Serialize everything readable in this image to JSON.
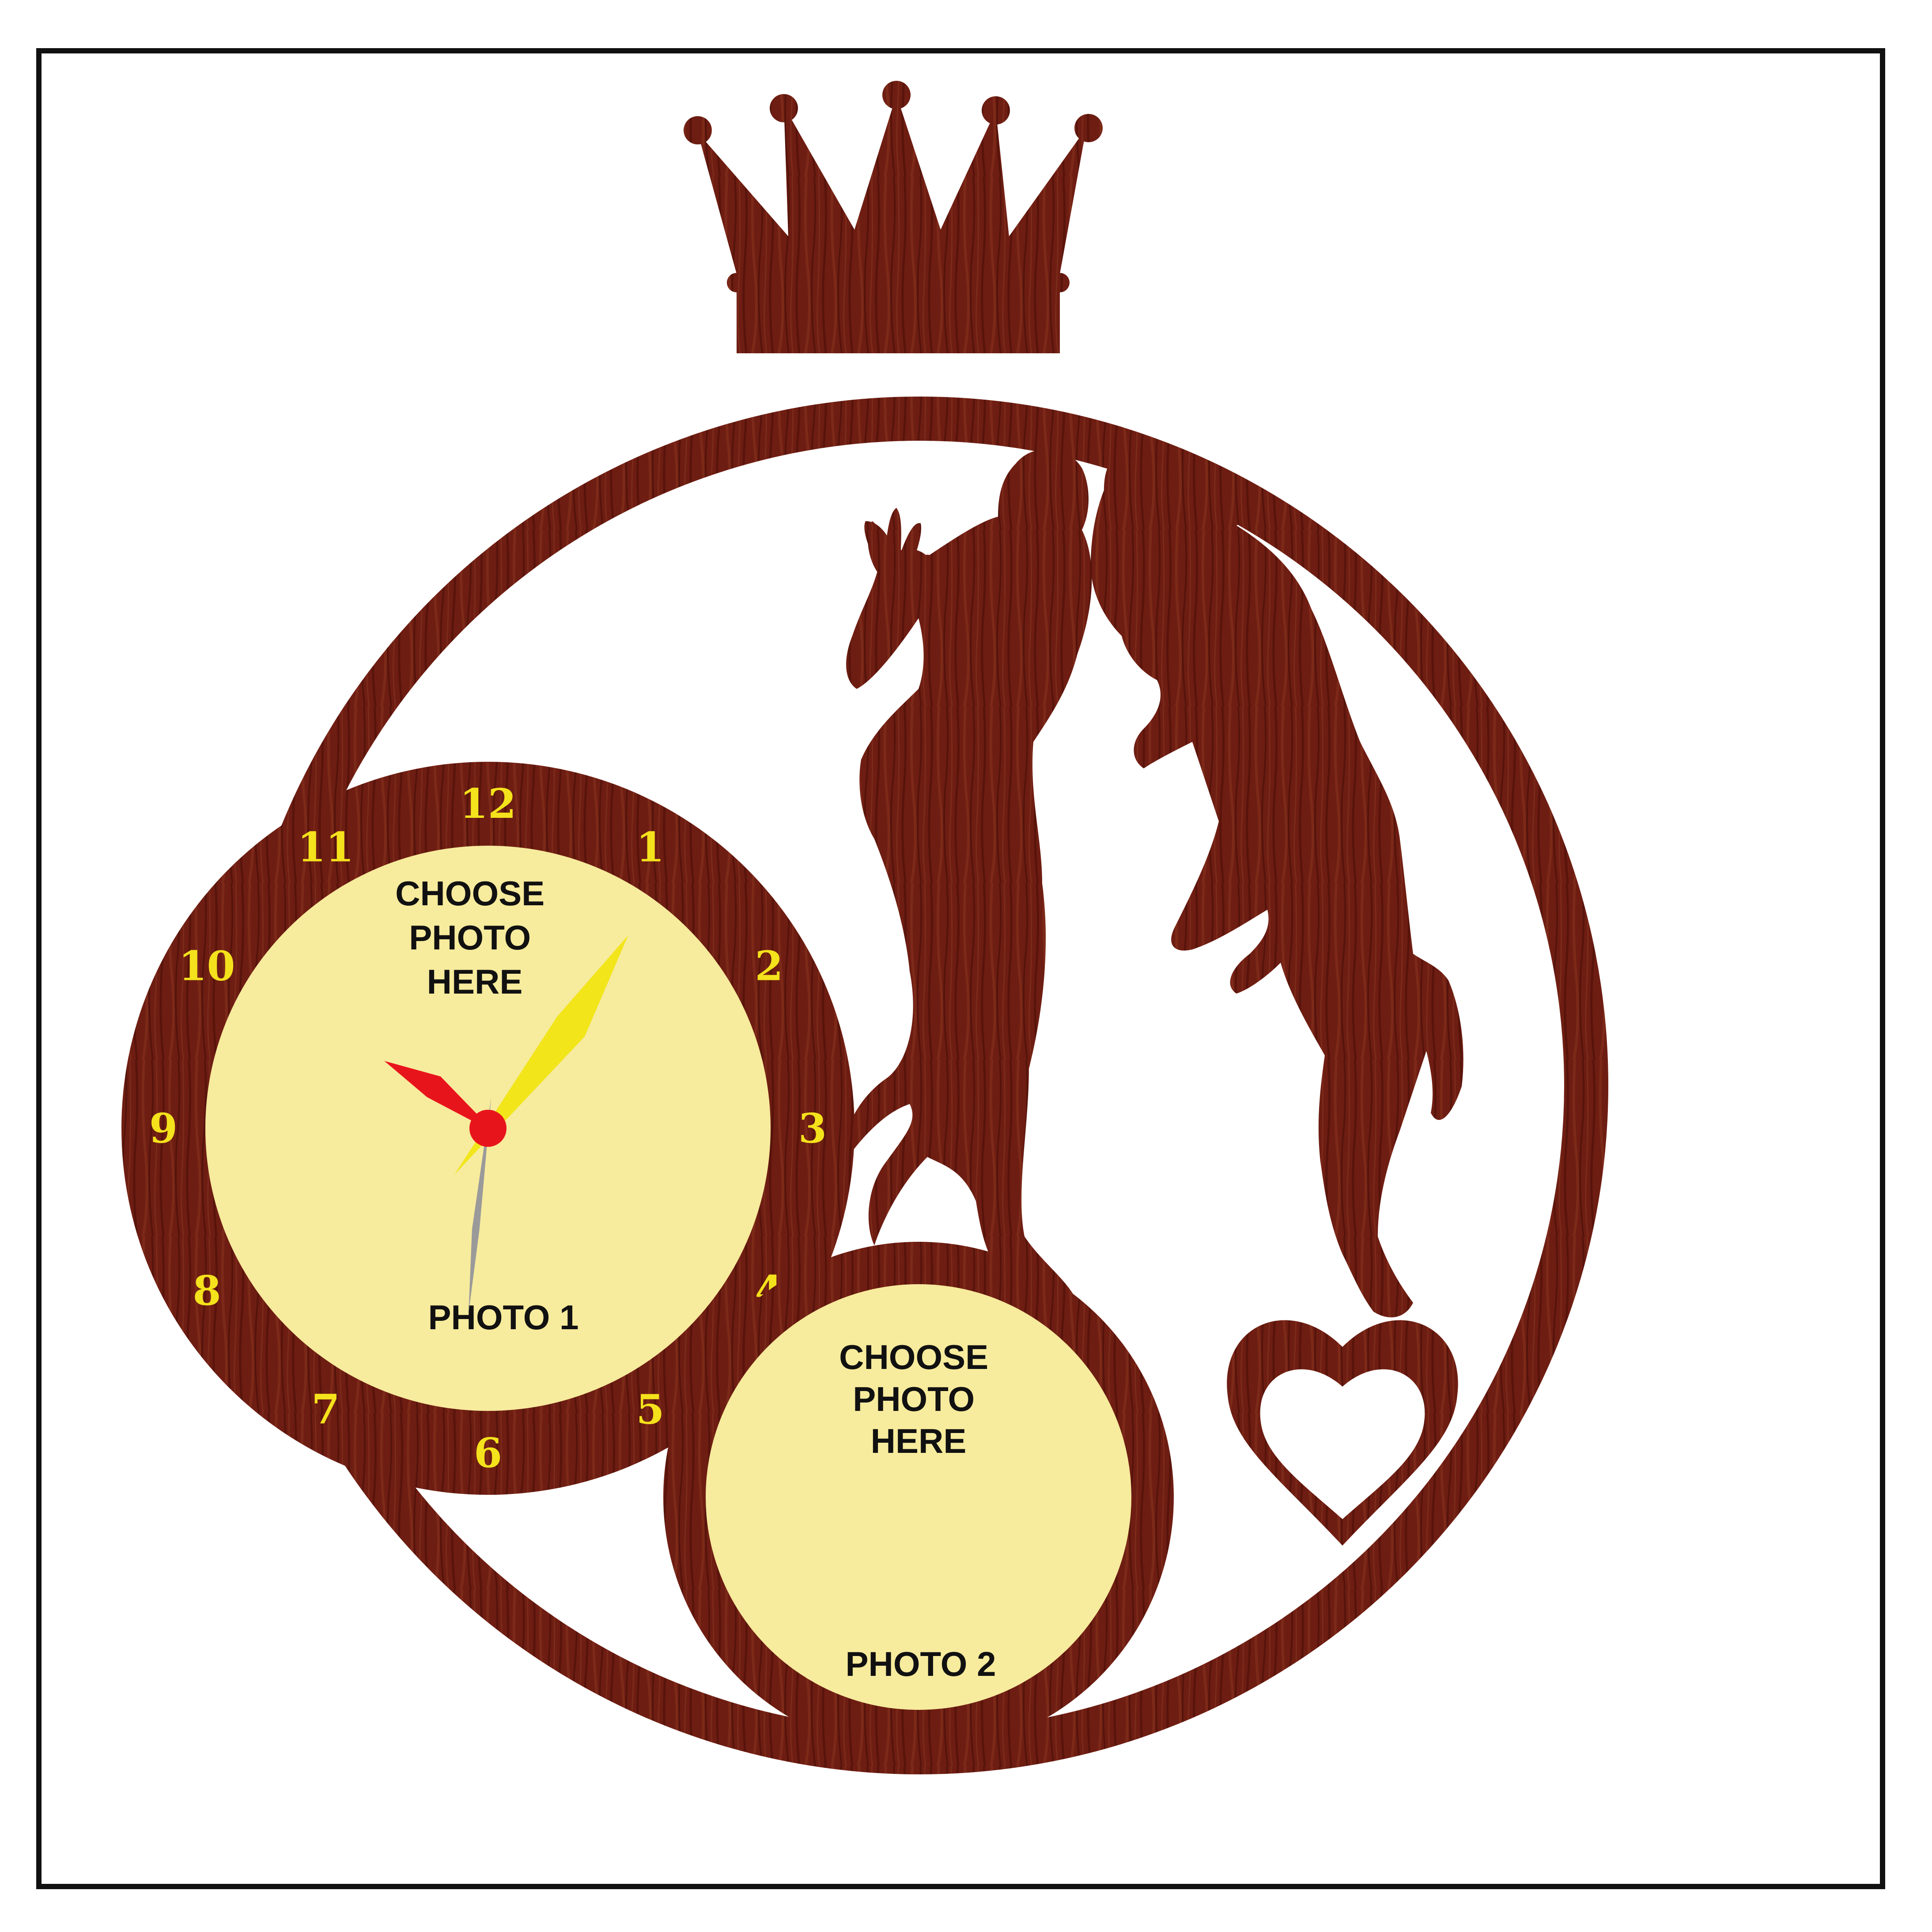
{
  "clock": {
    "numerals": [
      "12",
      "1",
      "2",
      "3",
      "4",
      "5",
      "6",
      "7",
      "8",
      "9",
      "10",
      "11"
    ],
    "time": {
      "hour": 10,
      "minute": 6,
      "second": 31
    },
    "hands": {
      "hour_color": "#e8141c",
      "minute_color": "#f2e51a",
      "second_color": "#9a9a9a",
      "center_color": "#e8141c"
    }
  },
  "photo1": {
    "prompt_lines": [
      "CHOOSE",
      "PHOTO",
      "HERE"
    ],
    "label": "PHOTO 1"
  },
  "photo2": {
    "prompt_lines": [
      "CHOOSE",
      "PHOTO",
      "HERE"
    ],
    "label": "PHOTO 2"
  },
  "colors": {
    "wood": "#6e1d12",
    "wood_grain": "#4a0f08",
    "photo_fill": "#f7eb9d",
    "numeral": "#f4e21c",
    "frame_border": "#111111",
    "background": "#ffffff"
  },
  "icons": {
    "crown": "crown-icon",
    "couple": "couple-silhouette",
    "heart": "heart-icon"
  }
}
